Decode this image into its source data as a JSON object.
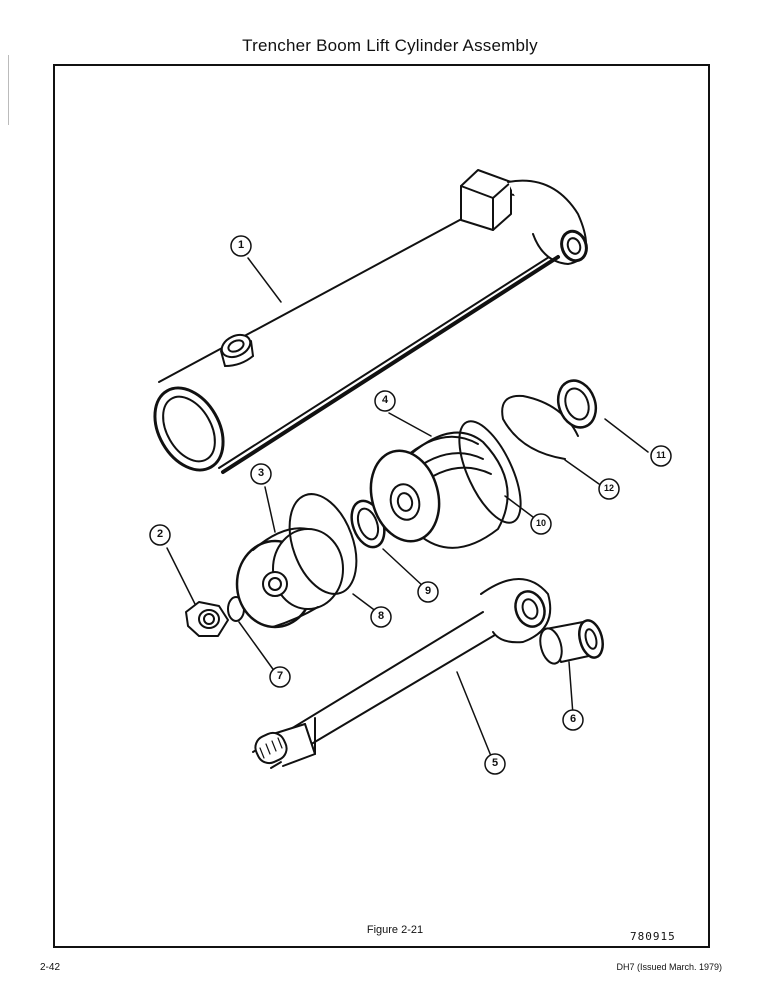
{
  "page": {
    "title": "Trencher Boom Lift Cylinder Assembly",
    "figure_caption": "Figure 2-21",
    "reference_number": "780915",
    "page_number": "2-42",
    "issue_note": "DH7 (Issued March. 1979)"
  },
  "callouts": [
    "1",
    "2",
    "3",
    "4",
    "5",
    "6",
    "7",
    "8",
    "9",
    "10",
    "11",
    "12"
  ],
  "colors": {
    "ink": "#111111",
    "paper": "#ffffff",
    "shade": "#555555"
  }
}
